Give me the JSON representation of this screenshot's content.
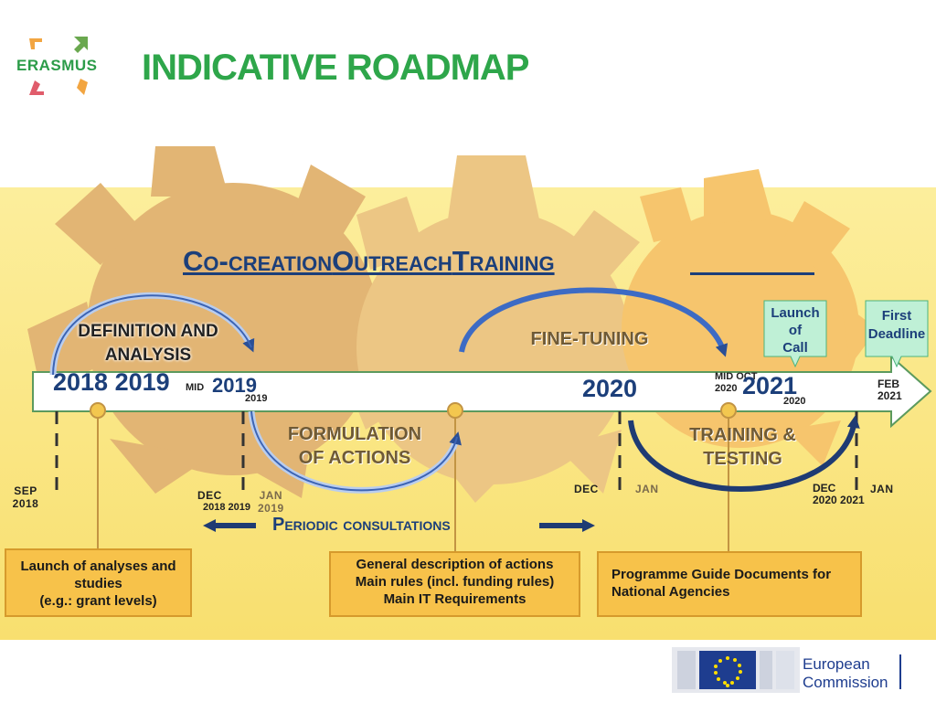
{
  "title": "INDICATIVE ROADMAP",
  "logo": {
    "text": "ERASMUS",
    "icon": "erasmus-arrows-logo"
  },
  "phases": [
    "Co-creation",
    "Outreach",
    "Training"
  ],
  "gear_labels": {
    "definition": [
      "DEFINITION AND",
      "ANALYSIS"
    ],
    "fine_tuning": "FINE-TUNING",
    "formulation": [
      "FORMULATION",
      "OF ACTIONS"
    ],
    "training": [
      "TRAINING &",
      "TESTING"
    ]
  },
  "timeline": {
    "year_2018_2019": "2018 2019",
    "mid_prefix": "MID",
    "year_2019_partial": "2019",
    "year_2019_small": "2019",
    "year_2020": "2020",
    "year_2021": "2021",
    "mid_oct": [
      "MID OCT",
      "2020"
    ],
    "year_2020_small": "2020",
    "feb": [
      "FEB",
      "2021"
    ]
  },
  "callouts": {
    "launch": [
      "Launch",
      "of",
      "Call"
    ],
    "first_deadline": [
      "First",
      "Deadline"
    ]
  },
  "dates": {
    "sep_2018": [
      "SEP",
      "2018"
    ],
    "dec": "DEC",
    "dec_2018_2019": "2018 2019",
    "jan_2019": [
      "JAN",
      "2019"
    ],
    "dec2": "DEC",
    "jan2": "JAN",
    "dec_2020": [
      "DEC",
      "2020 2021"
    ],
    "jan3": "JAN"
  },
  "periodic_consultations": "Periodic consultations",
  "boxes": {
    "left": [
      "Launch of analyses and",
      "studies",
      "(e.g.: grant levels)"
    ],
    "middle": [
      "General description of actions",
      "Main rules (incl. funding rules)",
      "Main IT Requirements"
    ],
    "right": [
      "Programme Guide Documents for",
      "National Agencies"
    ]
  },
  "footer": {
    "org": [
      "European",
      "Commission"
    ],
    "flag_icon": "eu-flag-icon"
  },
  "colors": {
    "title_green": "#2ea64a",
    "phase_blue": "#1c3f7a",
    "gear_brown": "#e2b574",
    "gear_tan": "#ecc684",
    "gear_yellow": "#f6c56d",
    "band_yellow": "#fbe98e",
    "box_orange": "#f7c24a",
    "callout_green": "#bff0d6"
  }
}
